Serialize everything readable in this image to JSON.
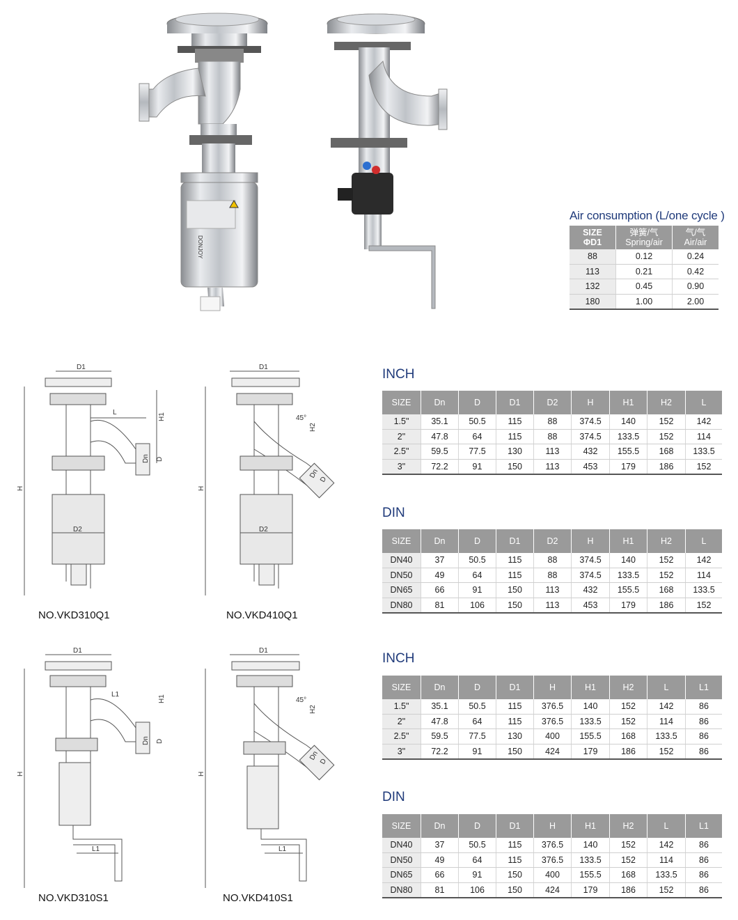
{
  "air": {
    "title": "Air consumption (L/one cycle )",
    "headers": [
      {
        "line1": "SIZE",
        "line2": "ΦD1"
      },
      {
        "line1": "弹簧/气",
        "line2": "Spring/air"
      },
      {
        "line1": "气/气",
        "line2": "Air/air"
      }
    ],
    "rows": [
      [
        "88",
        "0.12",
        "0.24"
      ],
      [
        "113",
        "0.21",
        "0.42"
      ],
      [
        "132",
        "0.45",
        "0.90"
      ],
      [
        "180",
        "1.00",
        "2.00"
      ]
    ]
  },
  "product_labels": {
    "warning_text": "DONJOY"
  },
  "drawings": {
    "labels": {
      "d1": "D1",
      "d2": "D2",
      "d": "D",
      "dn": "Dn",
      "h": "H",
      "h1": "H1",
      "h2": "H2",
      "l": "L",
      "l1": "L1",
      "angle": "45°"
    },
    "captions": [
      "NO.VKD310Q1",
      "NO.VKD410Q1",
      "NO.VKD310S1",
      "NO.VKD410S1"
    ]
  },
  "tables": [
    {
      "title": "INCH",
      "headers": [
        "SIZE",
        "Dn",
        "D",
        "D1",
        "D2",
        "H",
        "H1",
        "H2",
        "L"
      ],
      "rows": [
        [
          "1.5\"",
          "35.1",
          "50.5",
          "115",
          "88",
          "374.5",
          "140",
          "152",
          "142"
        ],
        [
          "2\"",
          "47.8",
          "64",
          "115",
          "88",
          "374.5",
          "133.5",
          "152",
          "114"
        ],
        [
          "2.5\"",
          "59.5",
          "77.5",
          "130",
          "113",
          "432",
          "155.5",
          "168",
          "133.5"
        ],
        [
          "3\"",
          "72.2",
          "91",
          "150",
          "113",
          "453",
          "179",
          "186",
          "152"
        ]
      ]
    },
    {
      "title": "DIN",
      "headers": [
        "SIZE",
        "Dn",
        "D",
        "D1",
        "D2",
        "H",
        "H1",
        "H2",
        "L"
      ],
      "rows": [
        [
          "DN40",
          "37",
          "50.5",
          "115",
          "88",
          "374.5",
          "140",
          "152",
          "142"
        ],
        [
          "DN50",
          "49",
          "64",
          "115",
          "88",
          "374.5",
          "133.5",
          "152",
          "114"
        ],
        [
          "DN65",
          "66",
          "91",
          "150",
          "113",
          "432",
          "155.5",
          "168",
          "133.5"
        ],
        [
          "DN80",
          "81",
          "106",
          "150",
          "113",
          "453",
          "179",
          "186",
          "152"
        ]
      ]
    },
    {
      "title": "INCH",
      "headers": [
        "SIZE",
        "Dn",
        "D",
        "D1",
        "H",
        "H1",
        "H2",
        "L",
        "L1"
      ],
      "rows": [
        [
          "1.5\"",
          "35.1",
          "50.5",
          "115",
          "376.5",
          "140",
          "152",
          "142",
          "86"
        ],
        [
          "2\"",
          "47.8",
          "64",
          "115",
          "376.5",
          "133.5",
          "152",
          "114",
          "86"
        ],
        [
          "2.5\"",
          "59.5",
          "77.5",
          "130",
          "400",
          "155.5",
          "168",
          "133.5",
          "86"
        ],
        [
          "3\"",
          "72.2",
          "91",
          "150",
          "424",
          "179",
          "186",
          "152",
          "86"
        ]
      ]
    },
    {
      "title": "DIN",
      "headers": [
        "SIZE",
        "Dn",
        "D",
        "D1",
        "H",
        "H1",
        "H2",
        "L",
        "L1"
      ],
      "rows": [
        [
          "DN40",
          "37",
          "50.5",
          "115",
          "376.5",
          "140",
          "152",
          "142",
          "86"
        ],
        [
          "DN50",
          "49",
          "64",
          "115",
          "376.5",
          "133.5",
          "152",
          "114",
          "86"
        ],
        [
          "DN65",
          "66",
          "91",
          "150",
          "400",
          "155.5",
          "168",
          "133.5",
          "86"
        ],
        [
          "DN80",
          "81",
          "106",
          "150",
          "424",
          "179",
          "186",
          "152",
          "86"
        ]
      ]
    }
  ]
}
